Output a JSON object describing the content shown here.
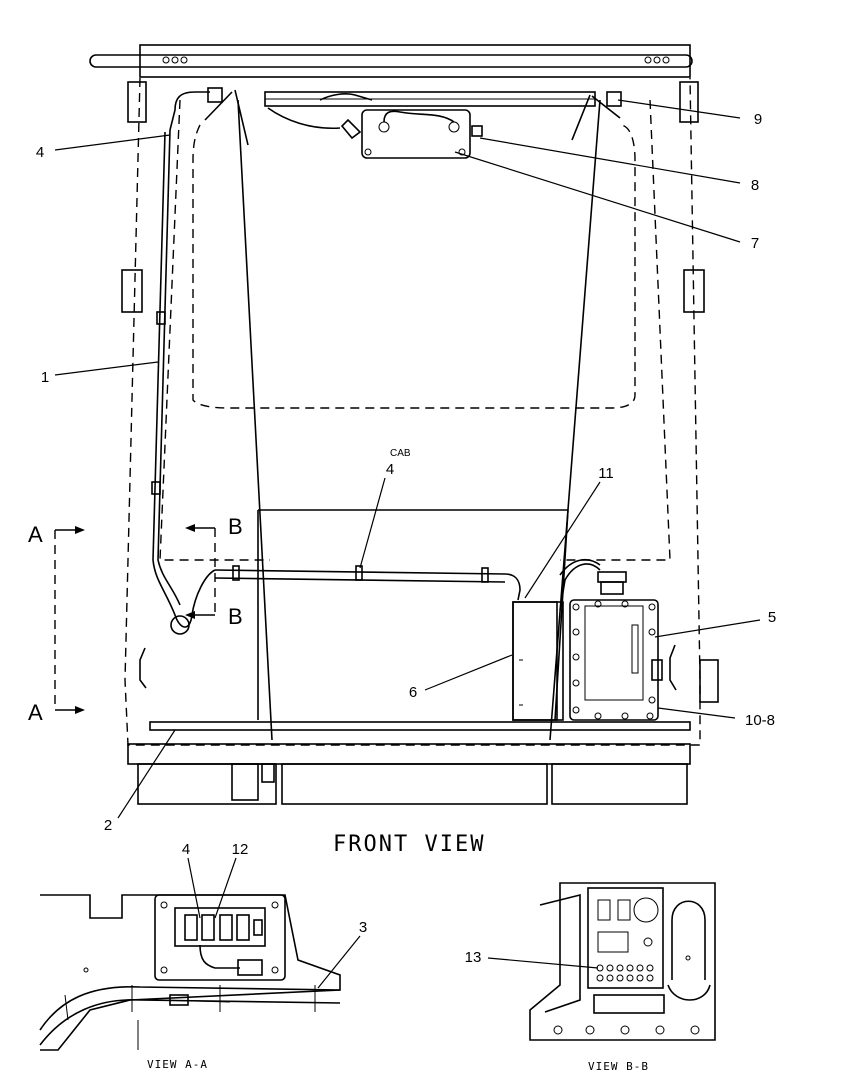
{
  "main_title": "FRONT VIEW",
  "view_titles": {
    "view_aa": "VIEW A-A",
    "view_bb": "VIEW B-B"
  },
  "cab_label": "CAB",
  "section_labels": {
    "a_top": "A",
    "a_bottom": "A",
    "b_top": "B",
    "b_bottom": "B"
  },
  "callouts": {
    "front": [
      "4",
      "1",
      "2",
      "9",
      "8",
      "7",
      "4",
      "11",
      "5",
      "6",
      "10-8"
    ],
    "view_aa": [
      "4",
      "12",
      "3"
    ],
    "view_bb": [
      "13"
    ]
  }
}
